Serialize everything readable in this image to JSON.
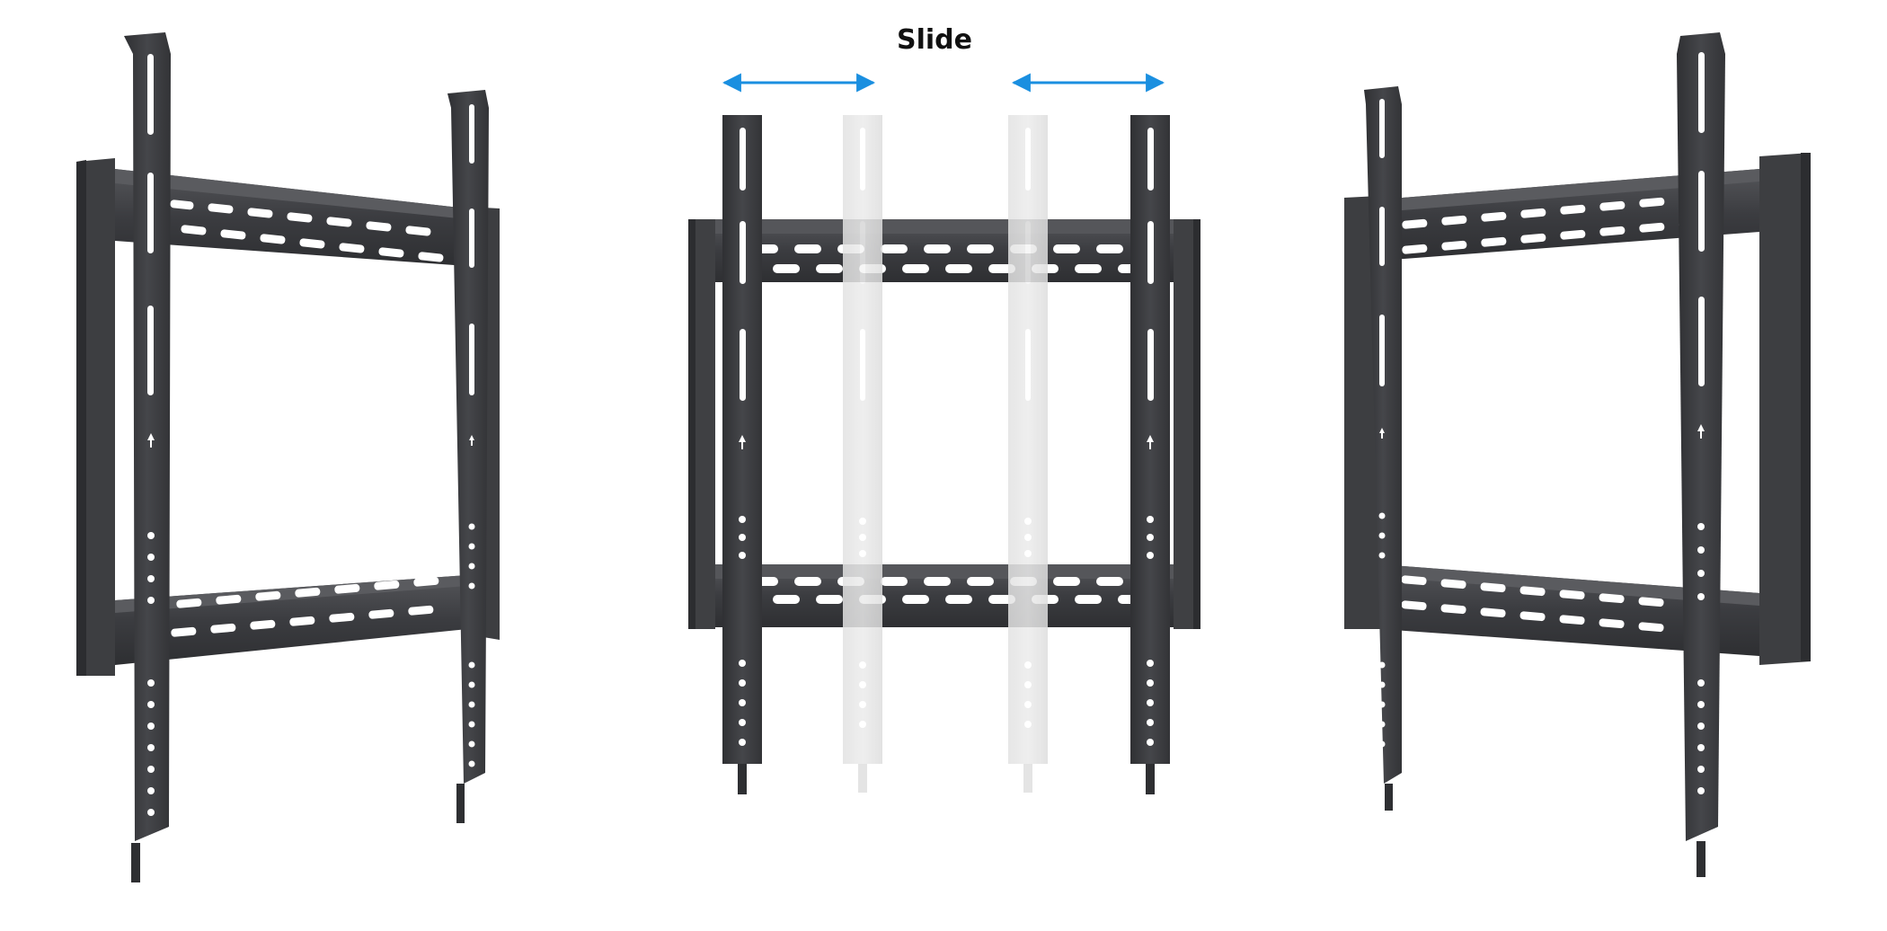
{
  "annotation": {
    "label": "Slide",
    "arrow_color": "#1a8fe0"
  },
  "colors": {
    "bracket_dark": "#3a3b3e",
    "bracket_mid": "#4a4b4f",
    "bracket_light": "#5c5d61",
    "ghost": "#e6e6e6",
    "ghost_edge": "#d6d6d6",
    "slot": "#ffffff",
    "background": "#ffffff"
  },
  "views": [
    {
      "name": "left-angled-view",
      "content": "tv-wall-mount-bracket"
    },
    {
      "name": "front-view-slide",
      "content": "tv-wall-mount-bracket-with-sliding-uprights"
    },
    {
      "name": "right-angled-view",
      "content": "tv-wall-mount-bracket"
    }
  ]
}
